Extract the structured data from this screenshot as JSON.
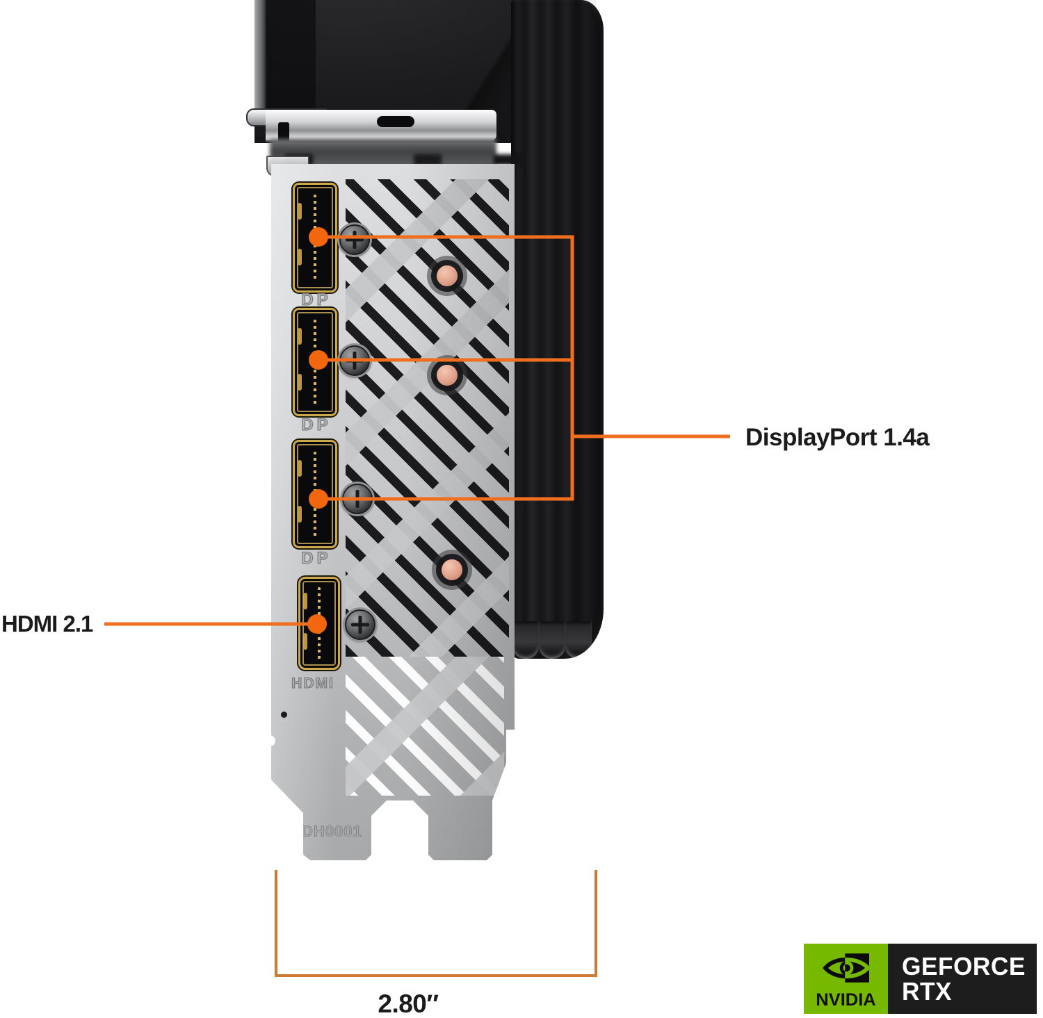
{
  "callouts": {
    "displayport": "DisplayPort 1.4a",
    "hdmi": "HDMI 2.1",
    "width": "2.80″"
  },
  "bracket": {
    "port_stamps": [
      "DP",
      "DP",
      "DP",
      "HDMI"
    ],
    "code_stamp": "DH0001"
  },
  "badge": {
    "brand": "NVIDIA",
    "line1": "GEFORCE",
    "line2": "RTX"
  },
  "colors": {
    "callout_orange": "#F06F1F",
    "dot_orange": "#F2670D",
    "dimension_orange": "#CE7A33",
    "nvidia_green": "#76B900",
    "badge_black": "#1D1D1D",
    "label_text": "#1B1B1B",
    "port_gold": "#C9A84E",
    "copper": "#E0A089"
  }
}
